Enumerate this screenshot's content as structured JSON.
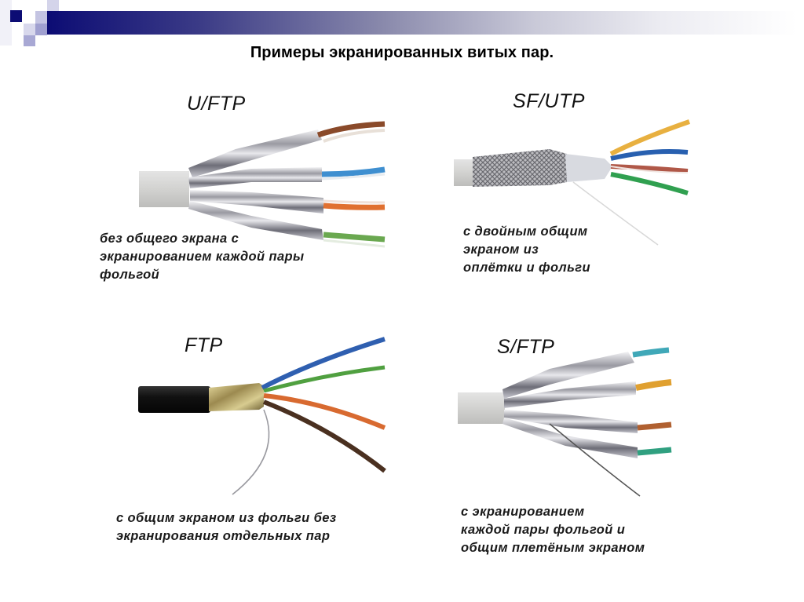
{
  "slide": {
    "title": "Примеры экранированных витых пар.",
    "accent_colors": {
      "navy": "#0c0c74",
      "lavender": "#b7b7d9",
      "medium": "#8787c2",
      "pale": "#e2e2f0"
    }
  },
  "cables": [
    {
      "id": "u-ftp",
      "label": "U/FTP",
      "description_lines": [
        "без общего экрана с",
        "экранированием каждой пары",
        "фольгой"
      ],
      "wire_colors": [
        "#8a4a2a",
        "#3f8fd0",
        "#e07030",
        "#6aa850"
      ]
    },
    {
      "id": "sf-utp",
      "label": "SF/UTP",
      "description_lines": [
        "с двойным общим",
        "экраном из",
        "оплётки и фольги"
      ],
      "wire_colors": [
        "#e8b040",
        "#2860b0",
        "#b05848",
        "#30a050"
      ]
    },
    {
      "id": "ftp",
      "label": "FTP",
      "description_lines": [
        "с общим экраном из фольги без",
        "экранирования отдельных пар"
      ],
      "wire_colors": [
        "#2f5fb0",
        "#50a040",
        "#d86a30",
        "#4a3020"
      ]
    },
    {
      "id": "s-ftp",
      "label": "S/FTP",
      "description_lines": [
        "с экранированием",
        "каждой пары  фольгой и",
        "общим плетёным экраном"
      ],
      "wire_colors": [
        "#40a8b8",
        "#e0a030",
        "#b06030",
        "#30a080"
      ]
    }
  ]
}
